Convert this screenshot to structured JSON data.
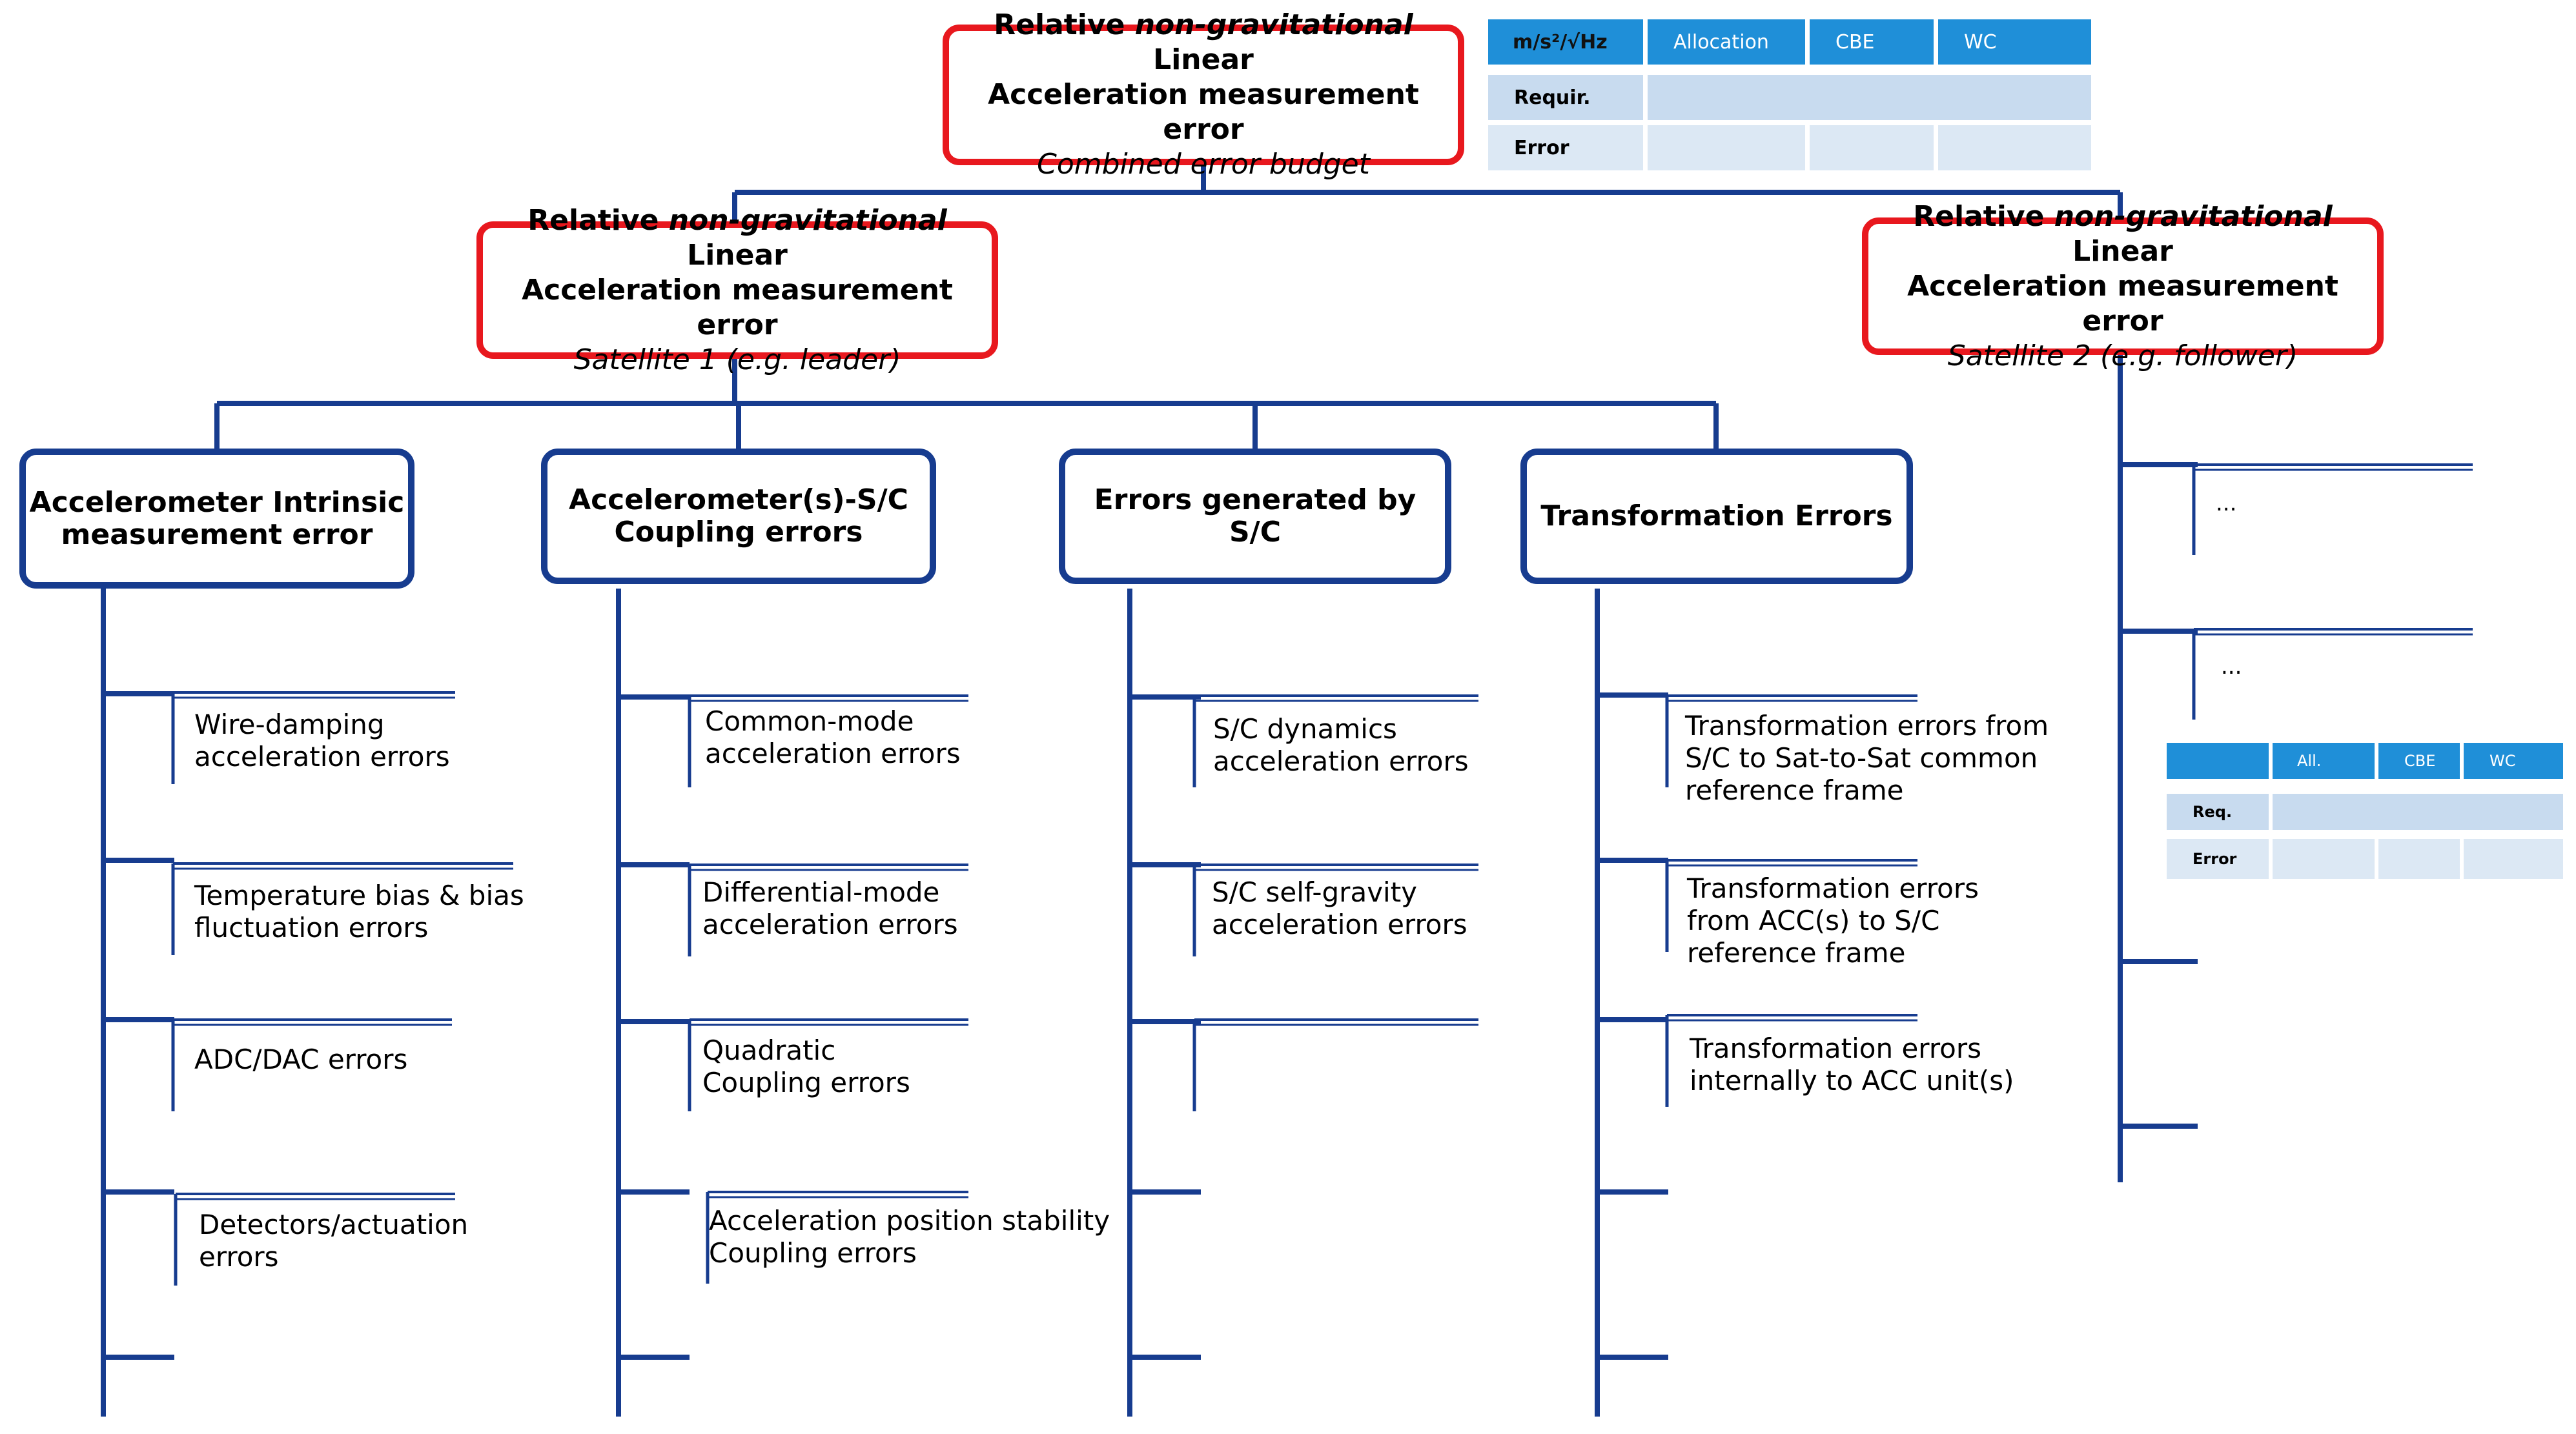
{
  "root": {
    "line1_pre": "Relative ",
    "line1_em": "non-gravitational",
    "line1_post": " Linear",
    "line2": "Acceleration measurement error",
    "line3": "Combined error budget"
  },
  "sat1": {
    "line1_pre": "Relative ",
    "line1_em": "non-gravitational",
    "line1_post": " Linear",
    "line2": "Acceleration measurement error",
    "line3": "Satellite 1 (e.g. leader)"
  },
  "sat2": {
    "line1_pre": "Relative ",
    "line1_em": "non-gravitational",
    "line1_post": " Linear",
    "line2": "Acceleration measurement error",
    "line3": "Satellite 2 (e.g. follower)"
  },
  "categories": [
    {
      "line1": "Accelerometer Intrinsic",
      "line2": "measurement error",
      "items": [
        [
          "Wire-damping",
          "acceleration errors"
        ],
        [
          "Temperature bias & bias",
          "fluctuation errors"
        ],
        [
          "ADC/DAC errors"
        ],
        [
          "Detectors/actuation",
          "errors"
        ]
      ]
    },
    {
      "line1": "Accelerometer(s)-S/C",
      "line2": "Coupling errors",
      "items": [
        [
          "Common-mode",
          "acceleration errors"
        ],
        [
          "Differential-mode",
          "acceleration errors"
        ],
        [
          "Quadratic",
          "Coupling errors"
        ],
        [
          "Acceleration position stability",
          "Coupling errors"
        ]
      ]
    },
    {
      "line1": "Errors generated by",
      "line2": "S/C",
      "items": [
        [
          "S/C dynamics",
          "acceleration errors"
        ],
        [
          "S/C self-gravity",
          "acceleration errors"
        ]
      ]
    },
    {
      "line1": "Transformation Errors",
      "line2": "",
      "items": [
        [
          "Transformation errors from",
          "S/C to Sat-to-Sat common",
          "reference frame"
        ],
        [
          "Transformation errors",
          "from ACC(s) to S/C",
          "reference frame"
        ],
        [
          "Transformation errors",
          "internally to ACC unit(s)"
        ]
      ]
    }
  ],
  "sat2_items": [
    "...",
    "..."
  ],
  "table_main": {
    "unit": "m/s²/√Hz",
    "headers": [
      "Allocation",
      "CBE",
      "WC"
    ],
    "rows": [
      "Requir.",
      "Error"
    ]
  },
  "table_small": {
    "headers": [
      "All.",
      "CBE",
      "WC"
    ],
    "rows": [
      "Req.",
      "Error"
    ]
  },
  "colors": {
    "tree_line": "#173c8f",
    "red_border": "#e8181e",
    "table_header": "#1f8fd8",
    "table_label": "#c8dbef",
    "table_cell": "#dce8f4"
  }
}
